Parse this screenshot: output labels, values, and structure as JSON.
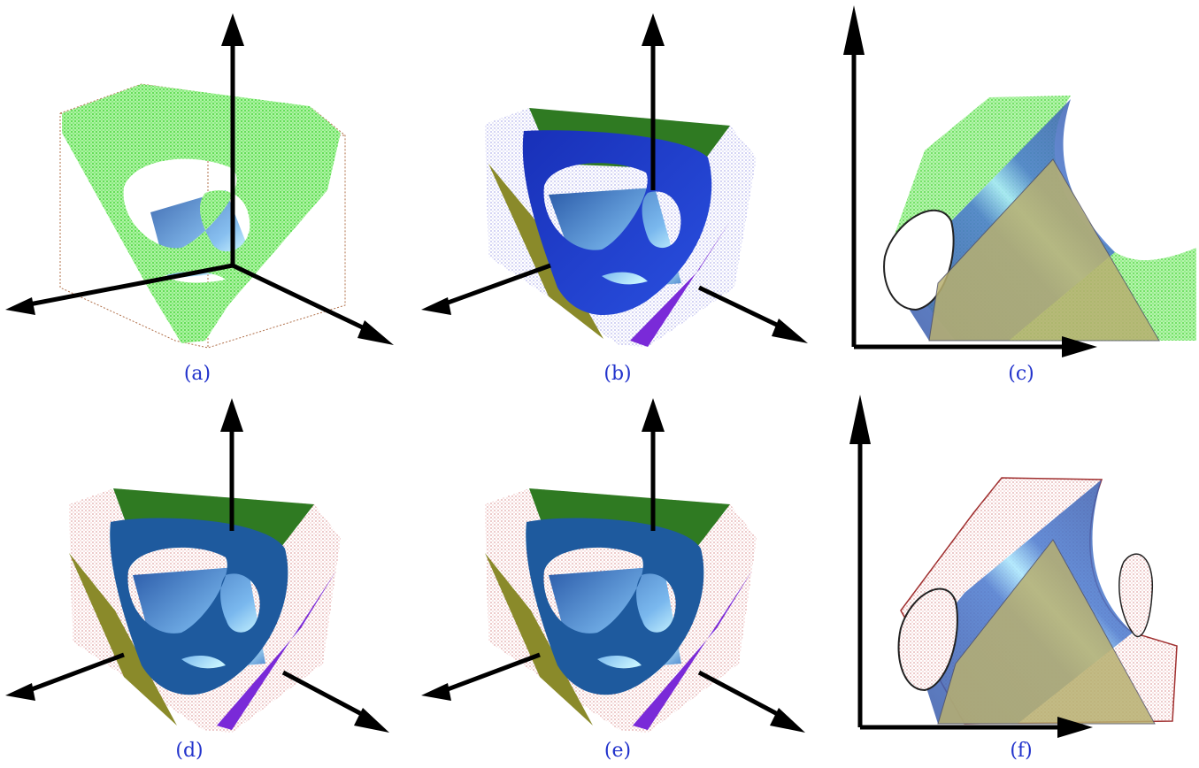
{
  "figure": {
    "panels": [
      {
        "id": "a",
        "caption": "(a)"
      },
      {
        "id": "b",
        "caption": "(b)"
      },
      {
        "id": "c",
        "caption": "(c)"
      },
      {
        "id": "d",
        "caption": "(d)"
      },
      {
        "id": "e",
        "caption": "(e)"
      },
      {
        "id": "f",
        "caption": "(f)"
      }
    ]
  },
  "colors": {
    "caption": "#2233cc",
    "axis": "#000000",
    "green_shell": "#44e23a",
    "blue_band": "#1a3fc8",
    "dark_blue_band": "#1e5a9e",
    "inner_surface": "#6aa8e8",
    "olive_face": "#8a8a2a",
    "top_green_face": "#2f7a22",
    "purple_face": "#7a2ad8",
    "red_dots": "#b33a3a",
    "tan_triangle": "#b8b070",
    "box_edge": "#b0704a"
  }
}
